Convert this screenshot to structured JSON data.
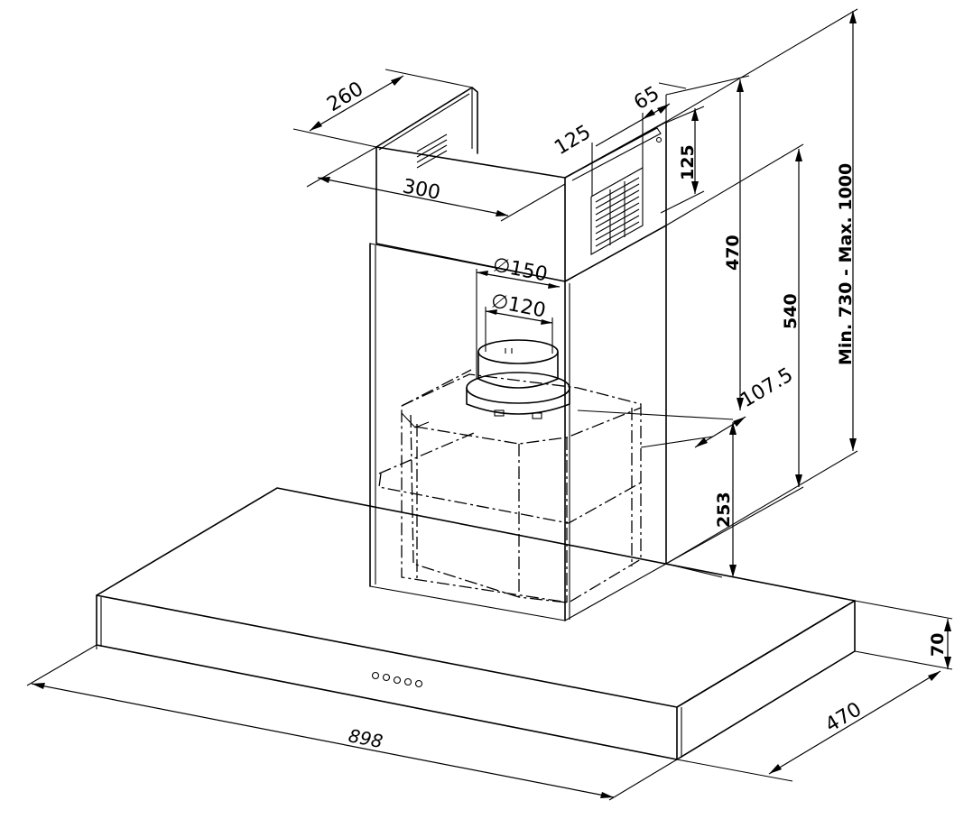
{
  "dimensions": {
    "hood_width": "898",
    "hood_depth": "470",
    "hood_height": "70",
    "chimney_width": "300",
    "chimney_depth": "260",
    "outlet_diameter": "∅150",
    "adapter_diameter": "∅120",
    "grille_offset": "125",
    "grille_width": "65",
    "grille_height": "125",
    "height_470": "470",
    "height_540": "540",
    "offset_1075": "107.5",
    "motor_height": "253",
    "total_height": "Min. 730  -  Max. 1000"
  }
}
